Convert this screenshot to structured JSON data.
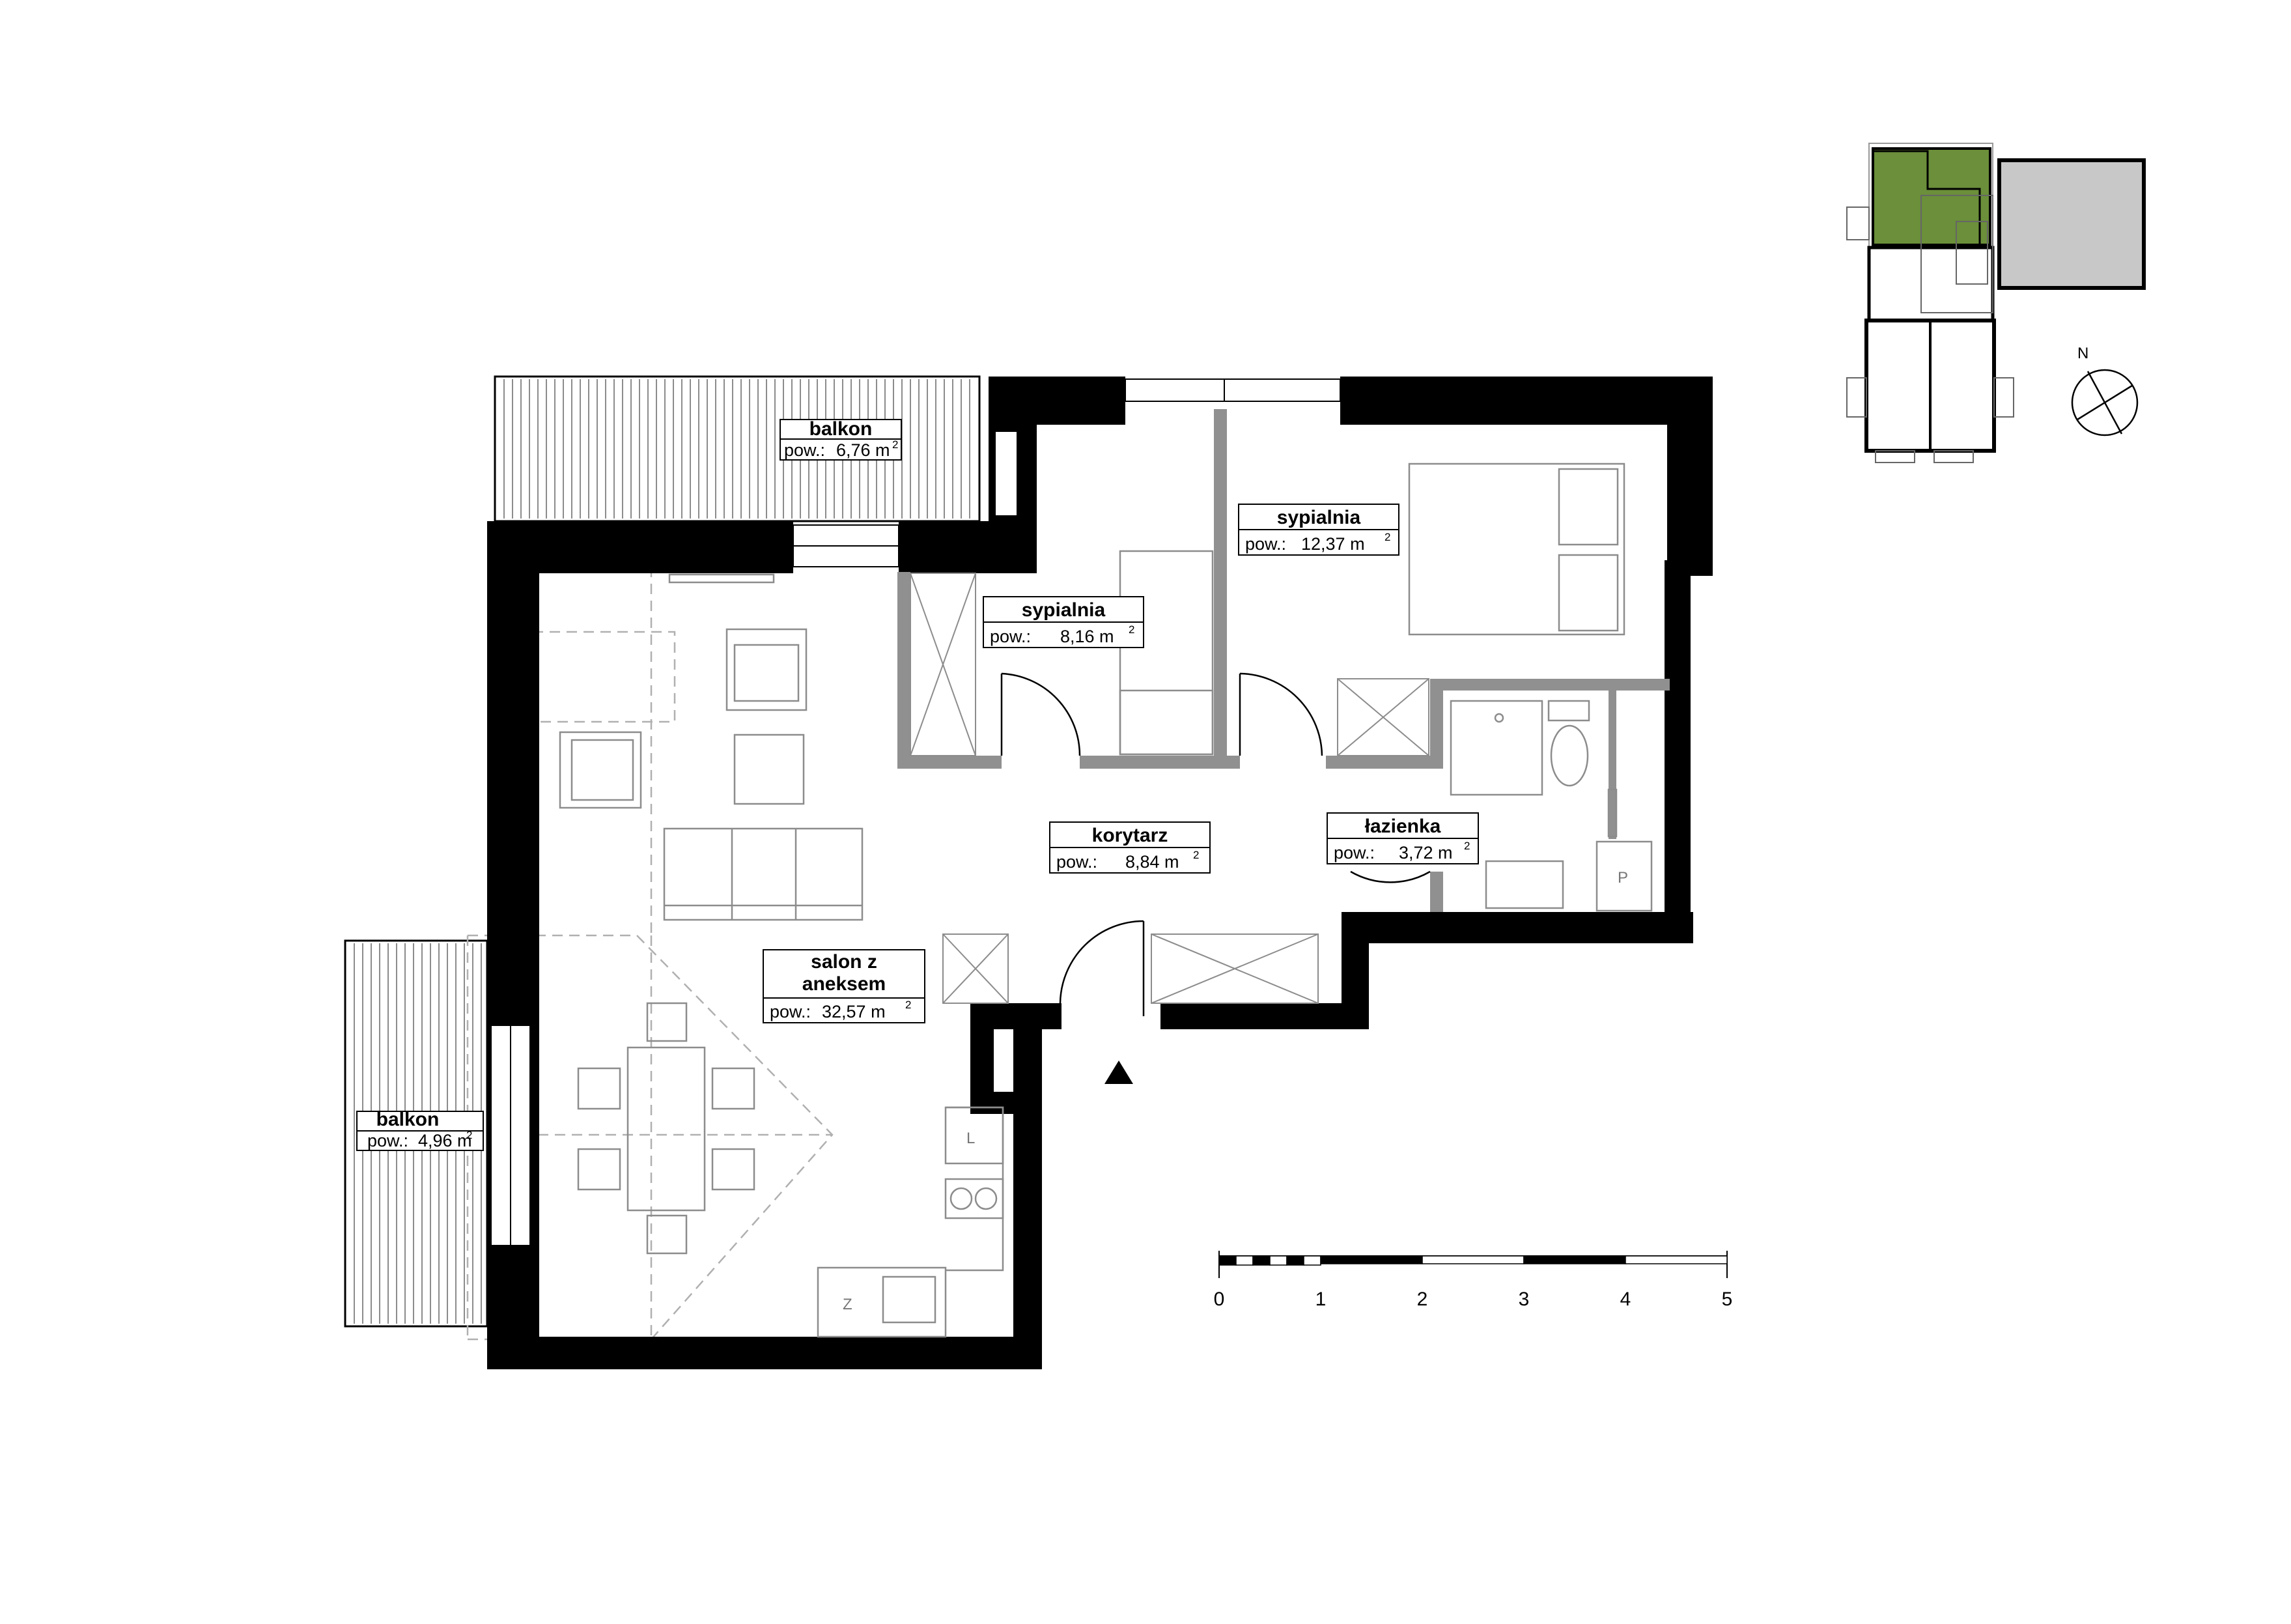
{
  "rooms": {
    "balkon_top": {
      "name": "balkon",
      "area_prefix": "pow.:",
      "area": "6,76 m",
      "unit_sup": "2"
    },
    "sypialnia_2": {
      "name": "sypialnia",
      "area_prefix": "pow.:",
      "area": "8,16 m",
      "unit_sup": "2"
    },
    "sypialnia_1": {
      "name": "sypialnia",
      "area_prefix": "pow.:",
      "area": "12,37 m",
      "unit_sup": "2"
    },
    "korytarz": {
      "name": "korytarz",
      "area_prefix": "pow.:",
      "area": "8,84 m",
      "unit_sup": "2"
    },
    "lazienka": {
      "name": "łazienka",
      "area_prefix": "pow.:",
      "area": "3,72 m",
      "unit_sup": "2"
    },
    "salon": {
      "name_line1": "salon z",
      "name_line2": "aneksem",
      "area_prefix": "pow.:",
      "area": "32,57 m",
      "unit_sup": "2"
    },
    "balkon_left": {
      "name": "balkon",
      "area_prefix": "pow.:",
      "area": "4,96 m",
      "unit_sup": "2"
    }
  },
  "fixtures": {
    "fridge_letter": "L",
    "sink_cab_letter": "Z",
    "washer_letter": "P"
  },
  "scale_bar": {
    "ticks": [
      "0",
      "1",
      "2",
      "3",
      "4",
      "5"
    ]
  },
  "compass": {
    "label": "N"
  },
  "colors": {
    "highlight": "#6b8f3a",
    "neighbor": "#c8c8c8",
    "partition": "#909090"
  }
}
